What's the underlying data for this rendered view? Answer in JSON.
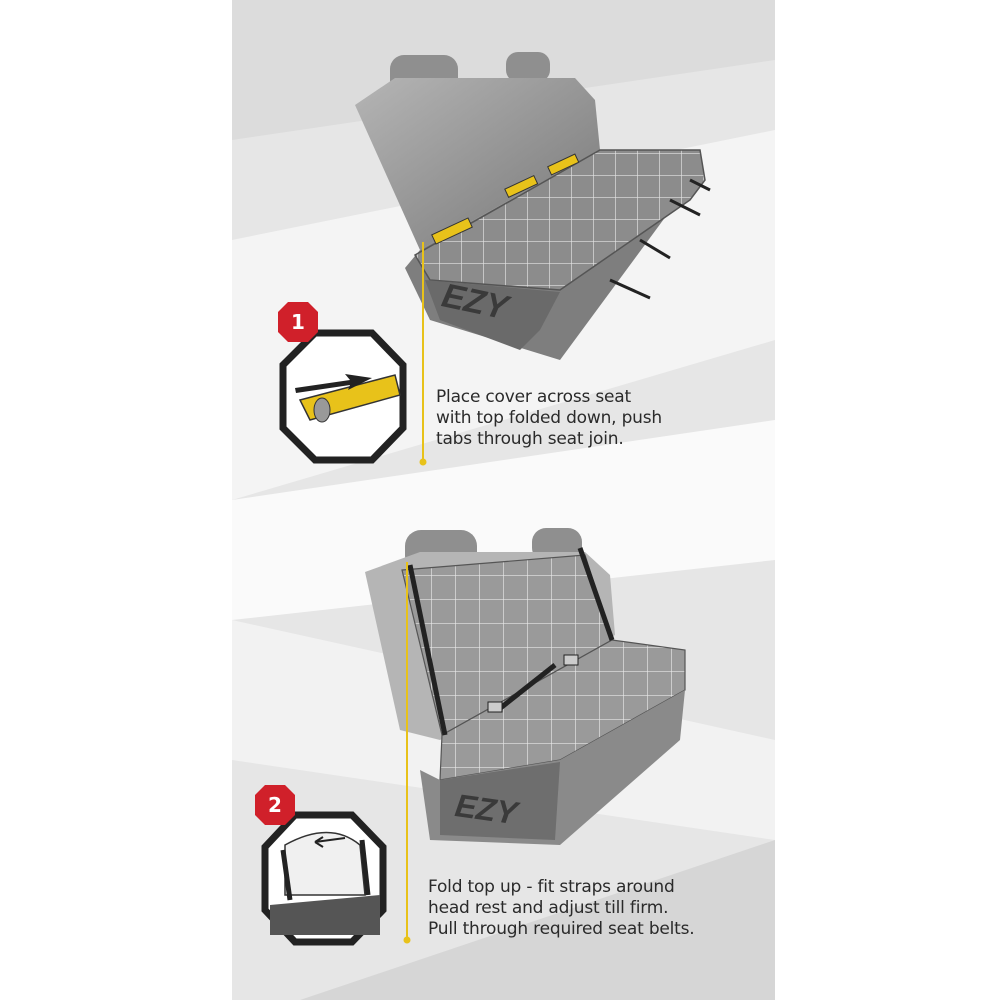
{
  "steps": [
    {
      "number": "1",
      "caption_lines": [
        "Place cover across seat",
        "with top folded down, push",
        "tabs through seat join."
      ]
    },
    {
      "number": "2",
      "caption_lines": [
        "Fold top up - fit straps around",
        "head rest and adjust till firm.",
        "Pull through required seat belts."
      ]
    }
  ],
  "brand_logo": "EZY",
  "colors": {
    "accent_yellow": "#e8c21a",
    "badge_red": "#d0202a",
    "panel_gray": "#e6e6e6",
    "seat_gray": "#8a8a8a",
    "cover_gray": "#7c7c7c"
  }
}
